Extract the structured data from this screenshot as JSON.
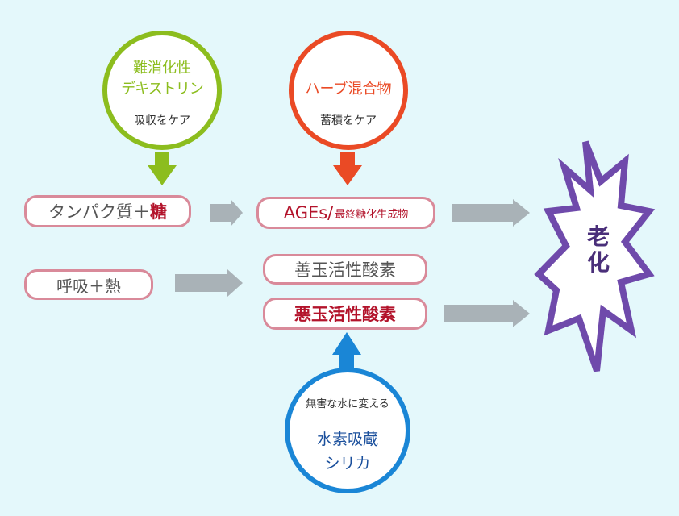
{
  "circles": {
    "dextrin": {
      "title_line1": "難消化性",
      "title_line2": "デキストリン",
      "sub": "吸収をケア",
      "color": "#8cbd1e"
    },
    "herb": {
      "title": "ハーブ混合物",
      "sub": "蓄積をケア",
      "color": "#ea4a25"
    },
    "silica": {
      "sub": "無害な水に変える",
      "title_line1": "水素吸蔵",
      "title_line2": "シリカ",
      "color": "#1a86d6",
      "title_color": "#1a4f9c"
    }
  },
  "boxes": {
    "protein": {
      "text": "タンパク質＋",
      "highlight": "糖"
    },
    "ages": {
      "text": "AGEs/",
      "sub": "最終糖化生成物"
    },
    "breath": {
      "text": "呼吸＋熱"
    },
    "good_ros": {
      "text": "善玉活性酸素"
    },
    "bad_ros": {
      "text": "悪玉活性酸素"
    }
  },
  "burst": {
    "line1": "老",
    "line2": "化",
    "stroke": "#6f4aab",
    "text_color": "#4a2f7a"
  },
  "colors": {
    "background": "#e4f8fb",
    "arrow_gray": "#a9b2b7",
    "pill_border": "#d98a9a",
    "highlight_red": "#b3132b"
  }
}
